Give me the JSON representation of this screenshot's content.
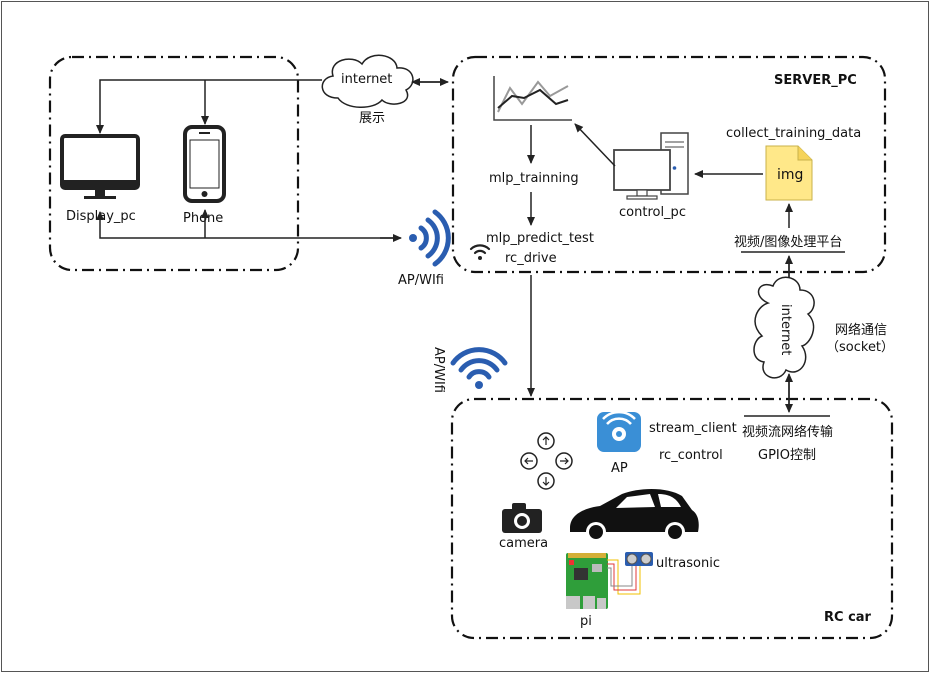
{
  "labels": {
    "display_pc": "Display_pc",
    "phone": "Phone",
    "internet_top": "internet",
    "display_cn": "展示",
    "server_pc": "SERVER_PC",
    "collect_training_data": "collect_training_data",
    "img": "img",
    "mlp_training": "mlp_trainning",
    "control_pc": "control_pc",
    "mlp_predict_test": "mlp_predict_test",
    "rc_drive": "rc_drive",
    "video_platform": "视频/图像处理平台",
    "ap_wifi_top": "AP/WIfi",
    "internet_right": "internet",
    "network_comm": "网络通信",
    "socket": "（socket）",
    "ap_wifi_left": "AP/WIfi",
    "stream_client": "stream_client",
    "rc_control": "rc_control",
    "ap": "AP",
    "video_stream": "视频流网络传输",
    "gpio": "GPIO控制",
    "camera": "camera",
    "ultrasonic": "ultrasonic",
    "pi": "pi",
    "rc_car": "RC car"
  },
  "colors": {
    "wifi_blue": "#2a5db0",
    "pi_green": "#2f9e3a",
    "line": "#222222"
  },
  "icons": [
    "monitor-icon",
    "phone-icon",
    "cloud-icon",
    "line-chart-icon",
    "desktop-pc-icon",
    "document-icon",
    "wifi-icon",
    "gamepad-icon",
    "camera-icon",
    "car-icon",
    "raspberry-pi-icon",
    "ultrasonic-sensor-icon",
    "ap-router-icon"
  ]
}
